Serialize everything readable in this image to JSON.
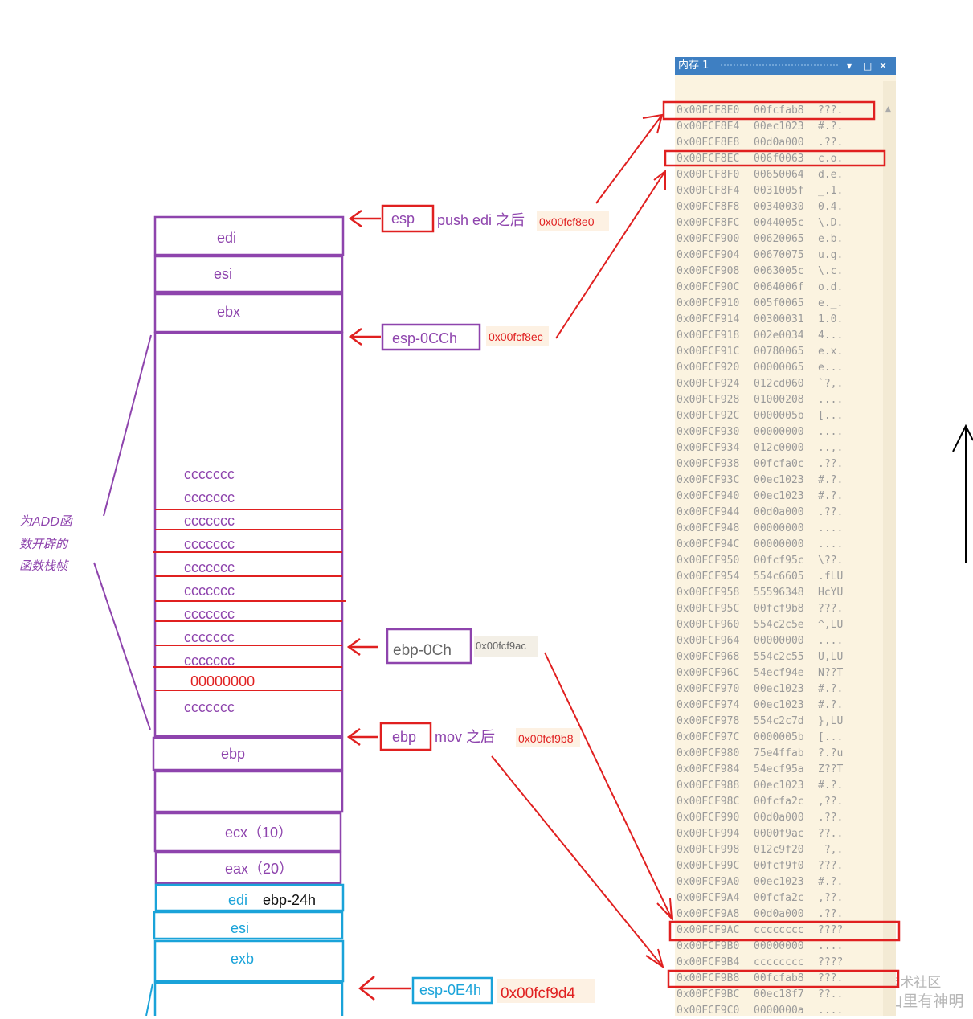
{
  "stack": {
    "cells": [
      {
        "label": "edi",
        "color": "#8e44ad"
      },
      {
        "label": "esi",
        "color": "#8e44ad"
      },
      {
        "label": "ebx",
        "color": "#8e44ad"
      },
      {
        "label": "ebp",
        "color": "#8e44ad"
      },
      {
        "label": "ecx（10）",
        "color": "#8e44ad"
      },
      {
        "label": "eax（20）",
        "color": "#8e44ad"
      },
      {
        "label": "edi",
        "color": "#1aa3d9"
      },
      {
        "label": "esi",
        "color": "#1aa3d9"
      },
      {
        "label": "exb",
        "color": "#1aa3d9"
      }
    ],
    "fill": [
      "ccccccc",
      "ccccccc",
      "ccccccc",
      "ccccccc",
      "ccccccc",
      "ccccccc",
      "ccccccc",
      "ccccccc",
      "ccccccc",
      "00000000",
      "ccccccc"
    ],
    "edi_note": "ebp-24h",
    "frame_caption": [
      "为ADD函",
      "数开辟的",
      "函数栈帧"
    ]
  },
  "pointers": [
    {
      "box": "esp",
      "note": "push edi 之后",
      "addr": "0x00fcf8e0"
    },
    {
      "box": "esp-0CCh",
      "note": "",
      "addr": "0x00fcf8ec"
    },
    {
      "box": "ebp-0Ch",
      "note": "",
      "addr": "0x00fcf9ac"
    },
    {
      "box": "ebp",
      "note": "mov 之后",
      "addr": "0x00fcf9b8"
    },
    {
      "box": "esp-0E4h",
      "note": "",
      "addr": "0x00fcf9d4"
    }
  ],
  "memory": {
    "title": "内存 1",
    "controls": [
      "▾",
      "□",
      "✕"
    ],
    "rows": [
      [
        "0x00FCF8E0",
        "00fcfab8",
        "???."
      ],
      [
        "0x00FCF8E4",
        "00ec1023",
        "#.?."
      ],
      [
        "0x00FCF8E8",
        "00d0a000",
        ".??."
      ],
      [
        "0x00FCF8EC",
        "006f0063",
        "c.o."
      ],
      [
        "0x00FCF8F0",
        "00650064",
        "d.e."
      ],
      [
        "0x00FCF8F4",
        "0031005f",
        "_.1."
      ],
      [
        "0x00FCF8F8",
        "00340030",
        "0.4."
      ],
      [
        "0x00FCF8FC",
        "0044005c",
        "\\.D."
      ],
      [
        "0x00FCF900",
        "00620065",
        "e.b."
      ],
      [
        "0x00FCF904",
        "00670075",
        "u.g."
      ],
      [
        "0x00FCF908",
        "0063005c",
        "\\.c."
      ],
      [
        "0x00FCF90C",
        "0064006f",
        "o.d."
      ],
      [
        "0x00FCF910",
        "005f0065",
        "e._."
      ],
      [
        "0x00FCF914",
        "00300031",
        "1.0."
      ],
      [
        "0x00FCF918",
        "002e0034",
        "4..."
      ],
      [
        "0x00FCF91C",
        "00780065",
        "e.x."
      ],
      [
        "0x00FCF920",
        "00000065",
        "e..."
      ],
      [
        "0x00FCF924",
        "012cd060",
        "`?,."
      ],
      [
        "0x00FCF928",
        "01000208",
        "...."
      ],
      [
        "0x00FCF92C",
        "0000005b",
        "[..."
      ],
      [
        "0x00FCF930",
        "00000000",
        "...."
      ],
      [
        "0x00FCF934",
        "012c0000",
        "..,."
      ],
      [
        "0x00FCF938",
        "00fcfa0c",
        ".??."
      ],
      [
        "0x00FCF93C",
        "00ec1023",
        "#.?."
      ],
      [
        "0x00FCF940",
        "00ec1023",
        "#.?."
      ],
      [
        "0x00FCF944",
        "00d0a000",
        ".??."
      ],
      [
        "0x00FCF948",
        "00000000",
        "...."
      ],
      [
        "0x00FCF94C",
        "00000000",
        "...."
      ],
      [
        "0x00FCF950",
        "00fcf95c",
        "\\??."
      ],
      [
        "0x00FCF954",
        "554c6605",
        ".fLU"
      ],
      [
        "0x00FCF958",
        "55596348",
        "HcYU"
      ],
      [
        "0x00FCF95C",
        "00fcf9b8",
        "???."
      ],
      [
        "0x00FCF960",
        "554c2c5e",
        "^,LU"
      ],
      [
        "0x00FCF964",
        "00000000",
        "...."
      ],
      [
        "0x00FCF968",
        "554c2c55",
        "U,LU"
      ],
      [
        "0x00FCF96C",
        "54ecf94e",
        "N??T"
      ],
      [
        "0x00FCF970",
        "00ec1023",
        "#.?."
      ],
      [
        "0x00FCF974",
        "00ec1023",
        "#.?."
      ],
      [
        "0x00FCF978",
        "554c2c7d",
        "},LU"
      ],
      [
        "0x00FCF97C",
        "0000005b",
        "[..."
      ],
      [
        "0x00FCF980",
        "75e4ffab",
        "?.?u"
      ],
      [
        "0x00FCF984",
        "54ecf95a",
        "Z??T"
      ],
      [
        "0x00FCF988",
        "00ec1023",
        "#.?."
      ],
      [
        "0x00FCF98C",
        "00fcfa2c",
        ",??."
      ],
      [
        "0x00FCF990",
        "00d0a000",
        ".??."
      ],
      [
        "0x00FCF994",
        "0000f9ac",
        "??.."
      ],
      [
        "0x00FCF998",
        "012c9f20",
        " ?,."
      ],
      [
        "0x00FCF99C",
        "00fcf9f0",
        "???."
      ],
      [
        "0x00FCF9A0",
        "00ec1023",
        "#.?."
      ],
      [
        "0x00FCF9A4",
        "00fcfa2c",
        ",??."
      ],
      [
        "0x00FCF9A8",
        "00d0a000",
        ".??."
      ],
      [
        "0x00FCF9AC",
        "cccccccc",
        "????"
      ],
      [
        "0x00FCF9B0",
        "00000000",
        "...."
      ],
      [
        "0x00FCF9B4",
        "cccccccc",
        "????"
      ],
      [
        "0x00FCF9B8",
        "00fcfab8",
        "???."
      ],
      [
        "0x00FCF9BC",
        "00ec18f7",
        "??.."
      ],
      [
        "0x00FCF9C0",
        "0000000a",
        "...."
      ]
    ]
  },
  "watermark": [
    "@稀土掘金技术社区",
    "CSDN @山里有神明"
  ]
}
